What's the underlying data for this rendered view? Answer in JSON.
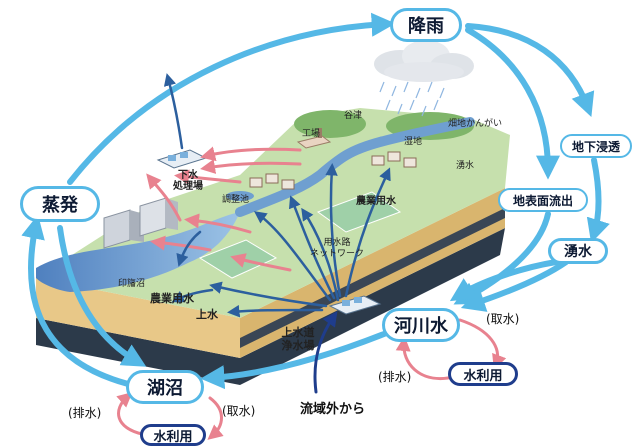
{
  "cycle_nodes": {
    "rain": "降雨",
    "evaporation": "蒸発",
    "infiltration": "地下浸透",
    "surface_runoff": "地表面流出",
    "spring_water": "湧水",
    "river": "河川水",
    "lake": "湖沼",
    "water_use_river": "水利用",
    "water_use_lake": "水利用"
  },
  "flow_labels": {
    "intake_river": "(取水)",
    "discharge_river": "(排水)",
    "intake_lake": "(取水)",
    "discharge_lake": "(排水)",
    "from_outside_basin": "流域外から"
  },
  "map_labels": {
    "valley": "谷津",
    "field_irrigation": "畑地かんがい",
    "factory": "工場",
    "wetland": "湿地",
    "spring": "湧水",
    "sewage_plant_line1": "下水",
    "sewage_plant_line2": "処理場",
    "regulating_pond": "調整池",
    "agri_water_upper": "農業用水",
    "irrigation_network_line1": "用水路",
    "irrigation_network_line2": "ネットワーク",
    "inba_marsh": "印旛沼",
    "agri_water_lower": "農業用水",
    "water_supply": "上水",
    "purification_line1": "上水道",
    "purification_line2": "浄水場"
  },
  "colors": {
    "cycle_arrow": "#55b8e6",
    "use_arrow": "#e8828f",
    "flow_arrow": "#2c5f9e",
    "use_border": "#1f3d8c",
    "lake_water": "#6f9fd0",
    "land_green": "#b8d9a0",
    "soil": "#e8c888"
  }
}
